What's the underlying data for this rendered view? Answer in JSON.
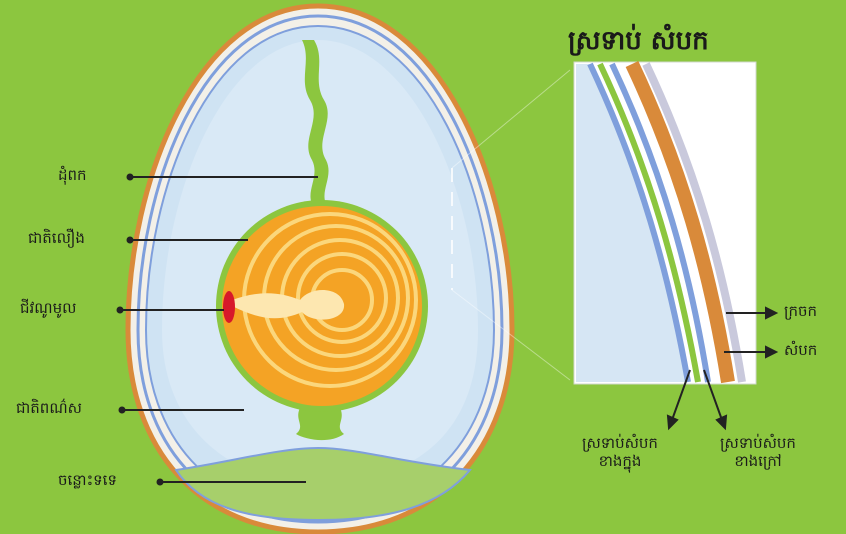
{
  "title": "ស្រទាប់ សំបក",
  "labels": {
    "chalaza": "ដុំពក",
    "yolk": "ជាតិលឿង",
    "germinal_disc": "ជីវណូមូល",
    "albumen": "ជាតិពណ៌ស",
    "air_cell": "ចន្លោះទទេ",
    "shell_cuticle": "ក្រចក",
    "shell": "សំបក",
    "inner_membrane_line1": "ស្រទាប់សំបក",
    "inner_membrane_line2": "ខាងក្នុង",
    "outer_membrane_line1": "ស្រទាប់សំបក",
    "outer_membrane_line2": "ខាងក្រៅ"
  },
  "colors": {
    "background": "#8cc63f",
    "albumen": "#cfe3f3",
    "yolk": "#f4a325",
    "yolk_rings": "#fbd77c",
    "shell_orange": "#d98a3a",
    "membrane_blue": "#7f9fdc",
    "germinal": "#d7192a"
  }
}
